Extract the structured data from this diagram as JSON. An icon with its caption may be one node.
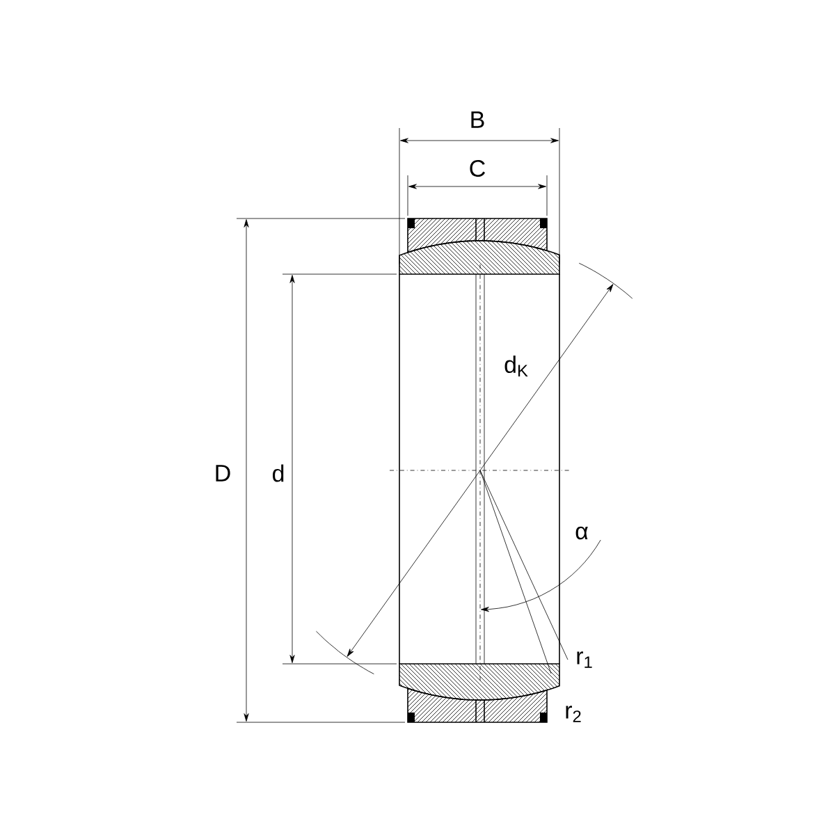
{
  "diagram": {
    "labels": [
      "B",
      "C",
      "D",
      "d",
      "d$_{K}$",
      "α",
      "r$_{1}$",
      "r$_{2}$"
    ]
  }
}
